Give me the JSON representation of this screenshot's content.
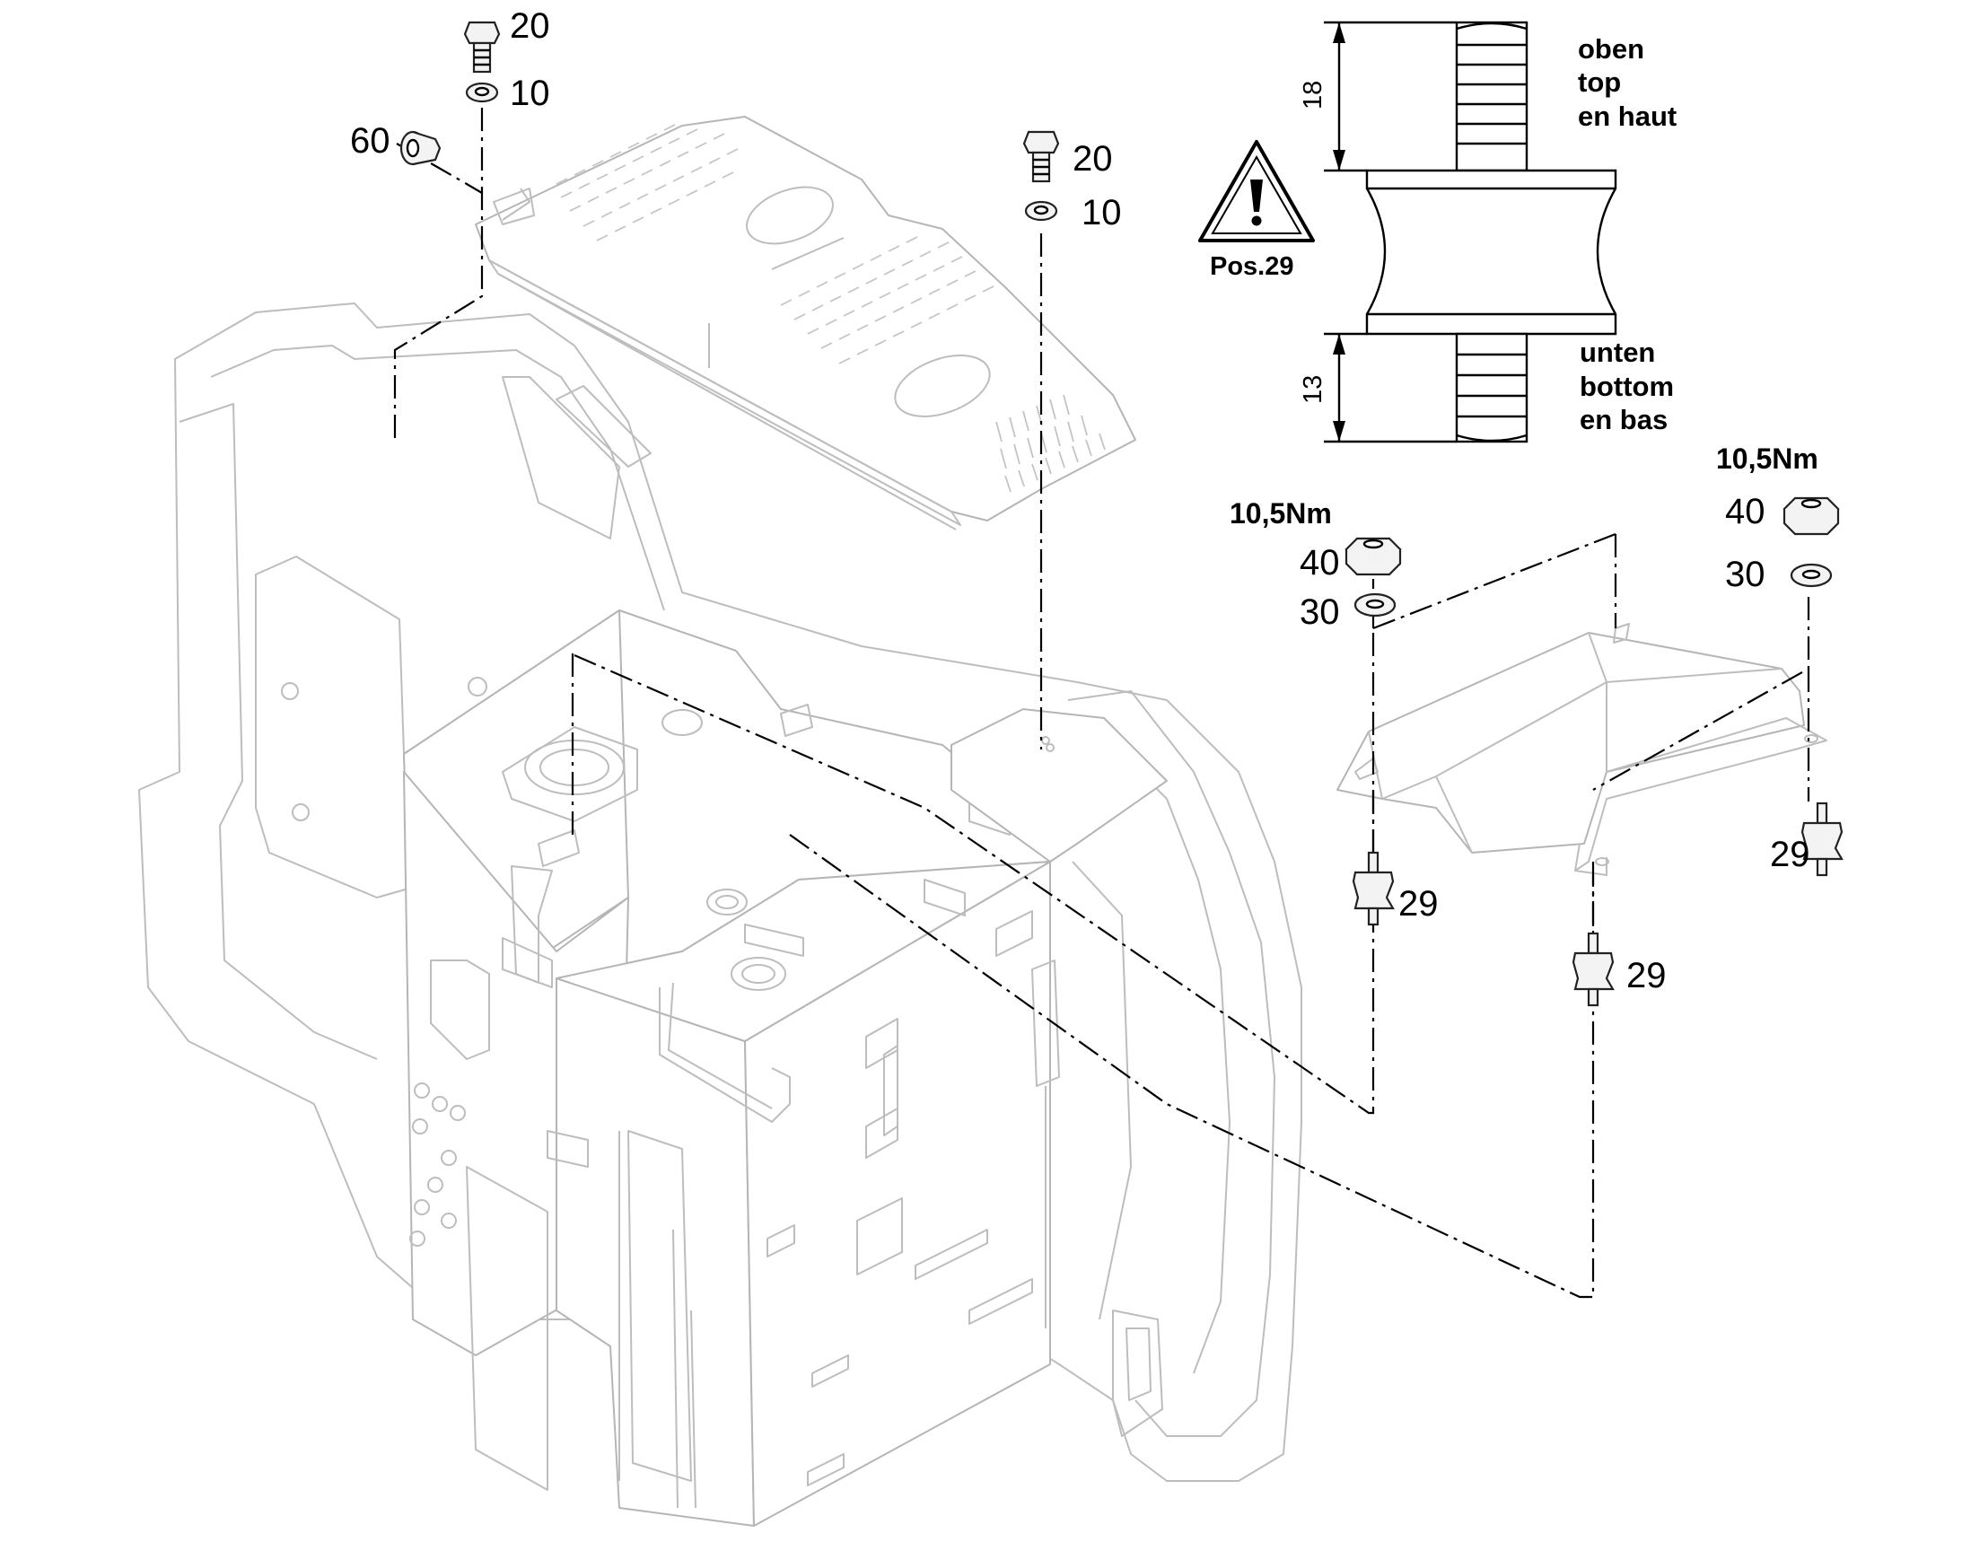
{
  "parts": {
    "bolt_20_left": "20",
    "washer_10_left": "10",
    "plug_60": "60",
    "bolt_20_mid": "20",
    "washer_10_mid": "10",
    "torque_left": "10,5Nm",
    "nut_40_left": "40",
    "washer_30_left": "30",
    "torque_right": "10,5Nm",
    "nut_40_right": "40",
    "washer_30_right": "30",
    "mount_29_a": "29",
    "mount_29_b": "29",
    "mount_29_c": "29"
  },
  "detail": {
    "top_dim": "18",
    "bottom_dim": "13",
    "top_labels": [
      "oben",
      "top",
      "en haut"
    ],
    "bottom_labels": [
      "unten",
      "bottom",
      "en bas"
    ],
    "warning_caption": "Pos.29"
  }
}
